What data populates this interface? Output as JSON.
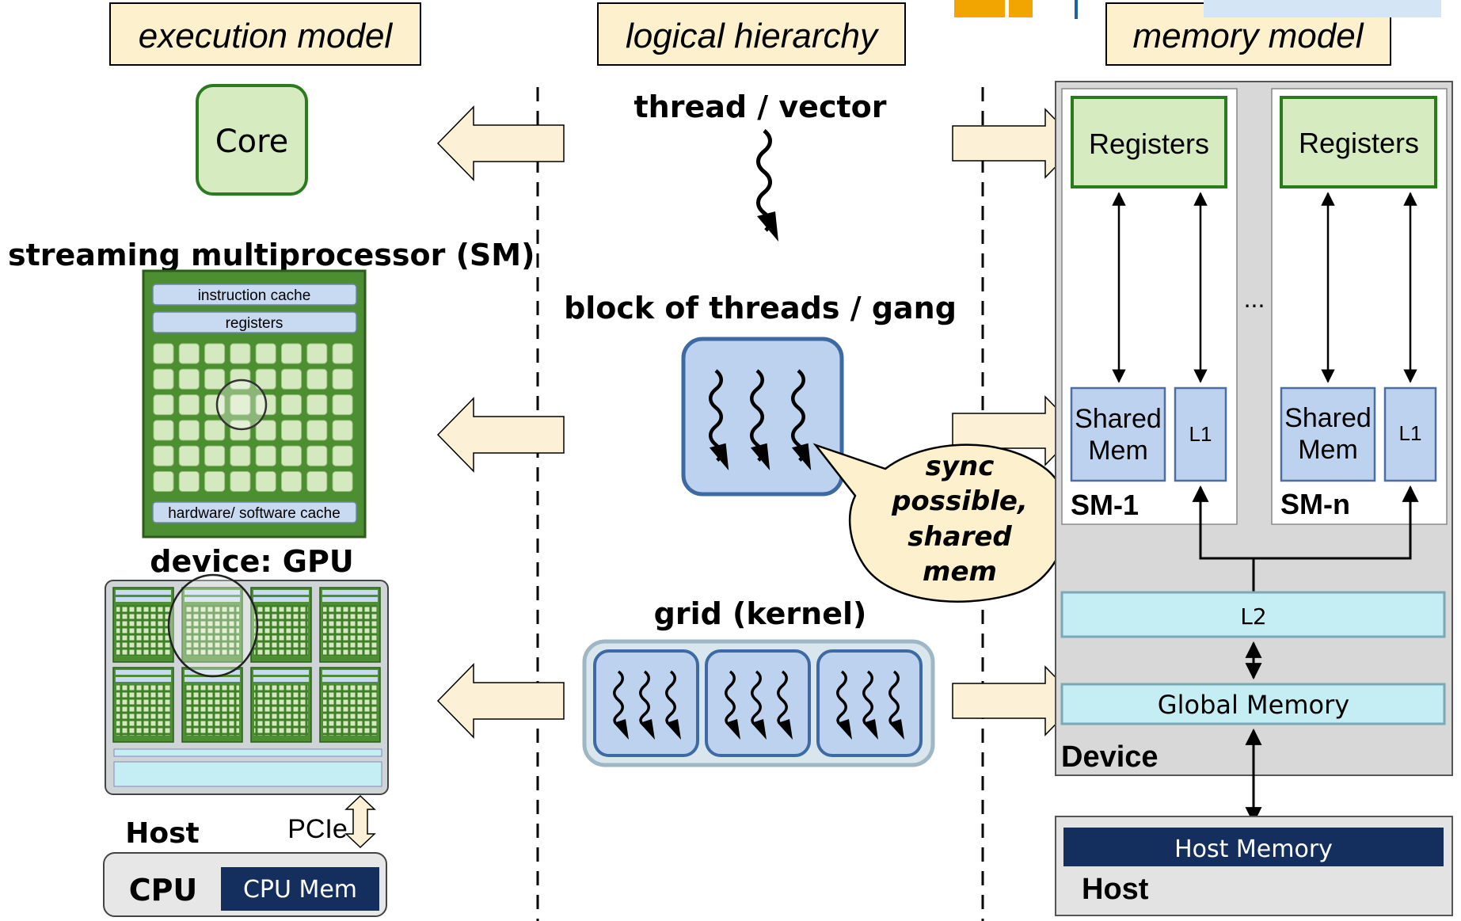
{
  "headers": {
    "execution": "execution model",
    "logical": "logical hierarchy",
    "memory": "memory model"
  },
  "execution": {
    "core": "Core",
    "sm_title": "streaming multiprocessor (SM)",
    "sm_instruction_cache": "instruction cache",
    "sm_registers": "registers",
    "sm_hw_cache": "hardware/ software cache",
    "gpu_title": "device: GPU",
    "host_label": "Host",
    "pcie": "PCIe",
    "cpu": "CPU",
    "cpu_mem": "CPU Mem"
  },
  "logical": {
    "thread": "thread / vector",
    "block": "block of threads / gang",
    "grid": "grid (kernel)",
    "callout": [
      "sync",
      "possible,",
      "shared",
      "mem"
    ]
  },
  "memory": {
    "registers": "Registers",
    "shared_mem_line1": "Shared",
    "shared_mem_line2": "Mem",
    "l1": "L1",
    "sm_1": "SM-1",
    "sm_n": "SM-n",
    "ellipsis": "...",
    "l2": "L2",
    "global_memory": "Global Memory",
    "device": "Device",
    "host_memory": "Host Memory",
    "host": "Host"
  },
  "colors": {
    "header_fill": "#fcf1cc",
    "arrow_fill": "#fcf1d6",
    "green_fill": "#d6ebbf",
    "green_border": "#2a7a1e",
    "sm_green": "#4e8e32",
    "blue_fill": "#bcd2ee",
    "blue_border": "#3d6aa3",
    "cyan_fill": "#c4eef3",
    "navy": "#142f5e",
    "device_gray": "#d8d8d8"
  }
}
